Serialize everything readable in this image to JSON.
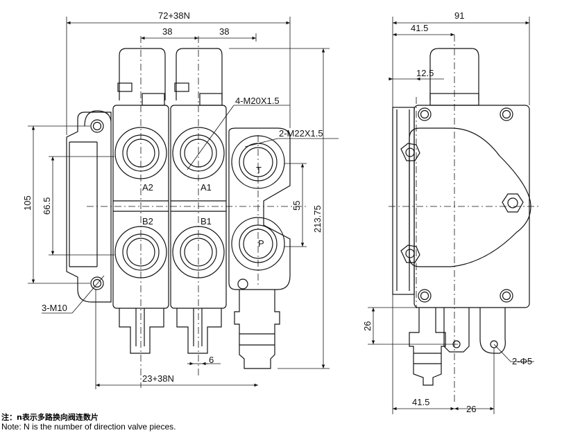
{
  "front_view": {
    "dim_overall_width": "72+38N",
    "dim_spool_pitch_a": "38",
    "dim_spool_pitch_b": "38",
    "dim_ports_work": "4-M20X1.5",
    "dim_ports_inlet": "2-M22X1.5",
    "dim_height_105": "105",
    "dim_height_66_5": "66.5",
    "dim_height_55": "55",
    "dim_height_213_75": "213.75",
    "dim_mount_holes": "3-M10",
    "dim_spool_6": "6",
    "dim_base_width": "23+38N",
    "port_a2": "A2",
    "port_a1": "A1",
    "port_b2": "B2",
    "port_b1": "B1",
    "port_t": "T",
    "port_p": "P"
  },
  "side_view": {
    "dim_width_91": "91",
    "dim_41_5_top": "41.5",
    "dim_12_5": "12.5",
    "dim_26_vert": "26",
    "dim_holes": "2-Φ5",
    "dim_41_5_bottom": "41.5",
    "dim_26_bottom": "26"
  },
  "notes": {
    "chinese": "注：n表示多路换向阀连数片",
    "english": "Note: N is the number of direction valve pieces."
  }
}
